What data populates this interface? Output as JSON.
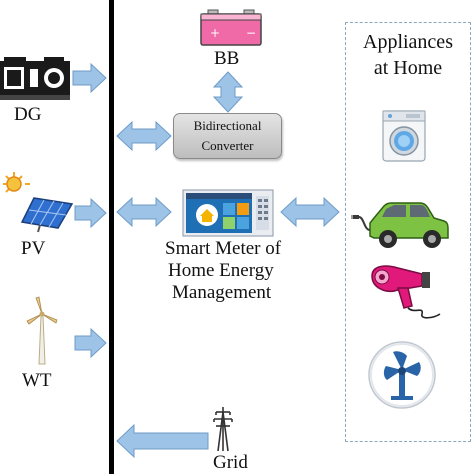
{
  "labels": {
    "dg": "DG",
    "pv": "PV",
    "wt": "WT",
    "bb": "BB",
    "grid": "Grid",
    "converter_line1": "Bidirectional",
    "converter_line2": "Converter",
    "smart_meter_line1": "Smart Meter of",
    "smart_meter_line2": "Home Energy",
    "smart_meter_line3": "Management",
    "appliances_line1": "Appliances",
    "appliances_line2": "at Home"
  },
  "colors": {
    "arrow_fill": "#9dc3e6",
    "arrow_stroke": "#6f9bc8",
    "bus": "#000000",
    "battery": "#f06aa8",
    "converter_box": "#d0d0d0",
    "appliance_border": "#8aa8c0"
  },
  "icons": [
    "diesel-generator-icon",
    "solar-panel-icon",
    "wind-turbine-icon",
    "battery-icon",
    "smart-meter-icon",
    "transmission-tower-icon",
    "washing-machine-icon",
    "electric-car-icon",
    "hair-dryer-icon",
    "fan-icon"
  ]
}
